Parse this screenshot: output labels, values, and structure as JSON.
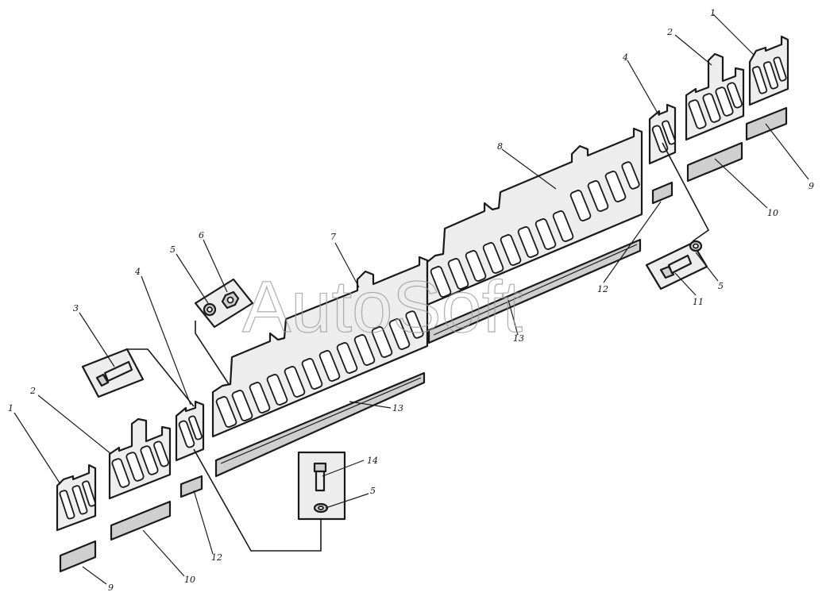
{
  "watermark": "AutoSoft",
  "callouts": {
    "c1_left": "1",
    "c2_left": "2",
    "c3": "3",
    "c4_left": "4",
    "c5_left": "5",
    "c6": "6",
    "c7": "7",
    "c8": "8",
    "c9_left": "9",
    "c10_left": "10",
    "c12_left": "12",
    "c13_lower": "13",
    "c13_upper": "13",
    "c14": "14",
    "c5_bottom": "5",
    "c1_right": "1",
    "c2_right": "2",
    "c4_right": "4",
    "c9_right": "9",
    "c10_right": "10",
    "c11": "11",
    "c5_right": "5",
    "c12_right": "12"
  }
}
